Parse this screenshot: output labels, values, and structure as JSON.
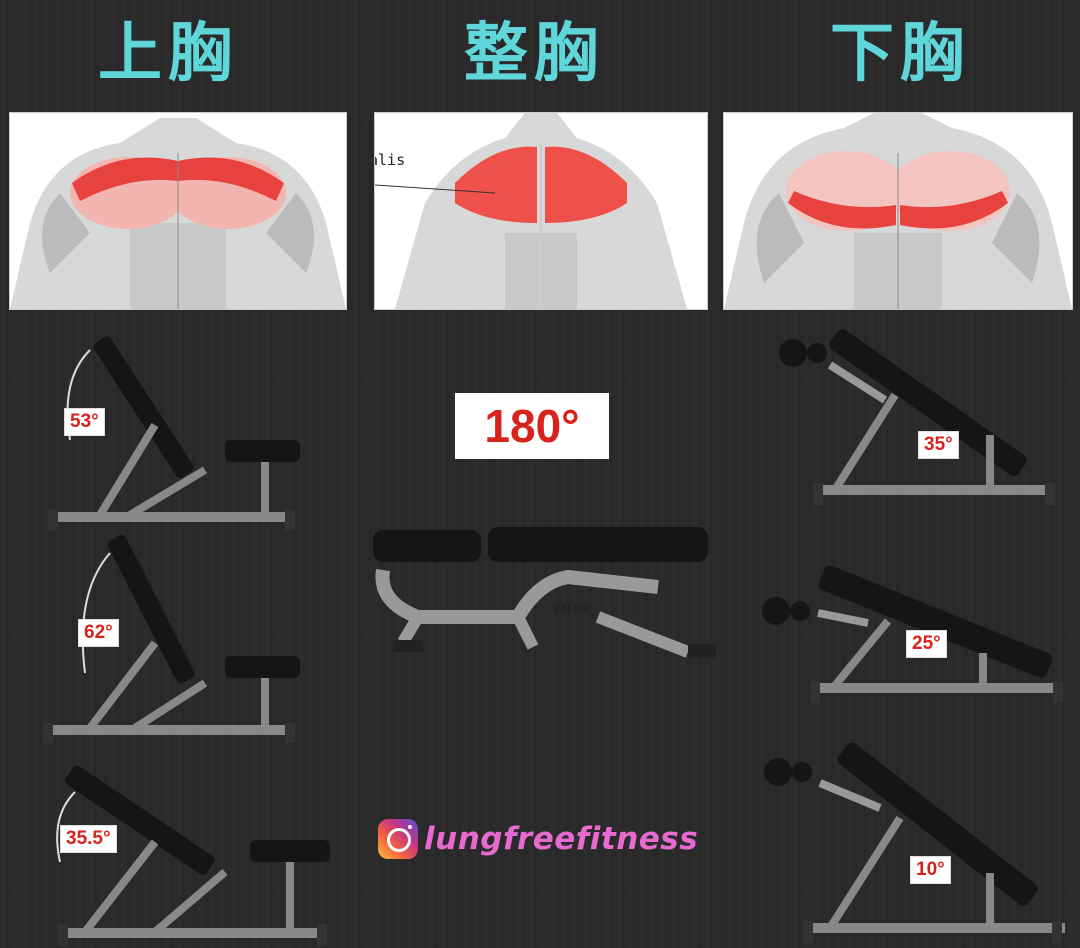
{
  "headings": {
    "upper": "上胸",
    "whole": "整胸",
    "lower": "下胸"
  },
  "muscle_labels": {
    "middle_fragment": "alis"
  },
  "angles": {
    "upper": [
      "53°",
      "62°",
      "35.5°"
    ],
    "flat": "180°",
    "lower": [
      "35°",
      "25°",
      "10°"
    ]
  },
  "bench_brand": "VALOR",
  "brand": {
    "icon": "instagram-icon",
    "handle": "lungfreefitness"
  },
  "colors": {
    "heading": "#5fd6da",
    "angle": "#d8231c",
    "brand_text": "#e86ad0",
    "highlight_muscle": "#e8423f"
  }
}
